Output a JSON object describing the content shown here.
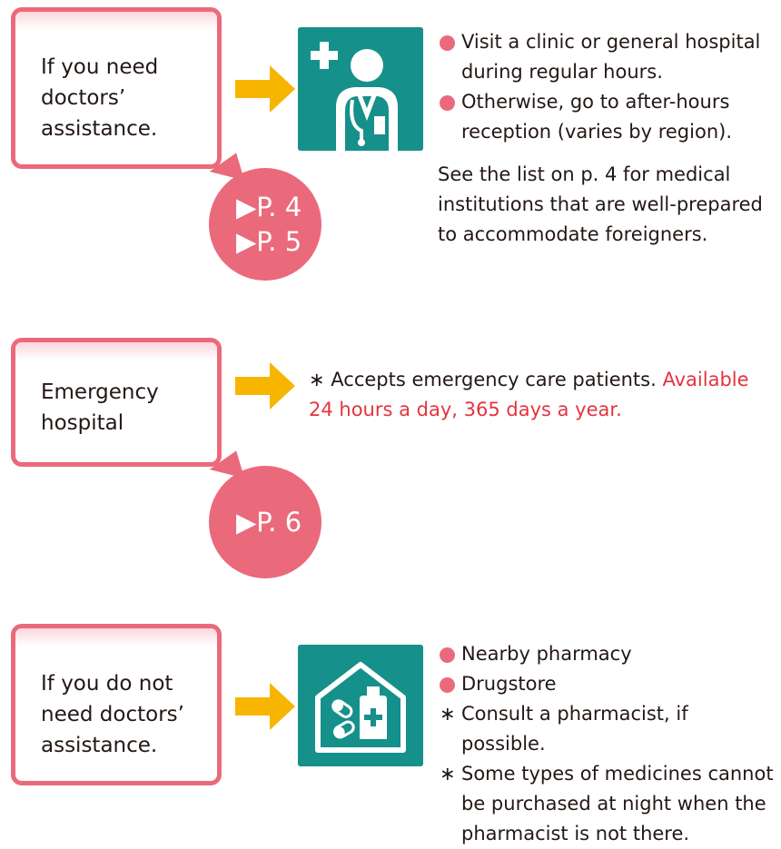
{
  "colors": {
    "pink": "#ea6a7c",
    "arrow": "#f7b500",
    "teal": "#16908a",
    "red_text": "#e5333f"
  },
  "sections": [
    {
      "card_text": "If you need\ndoctors’\nassistance.",
      "pages": [
        "▶P. 4",
        "▶P. 5"
      ],
      "icon": "doctor-icon",
      "bullets": [
        "Visit a clinic or general hospital during regular hours.",
        "Otherwise, go to after-hours reception (varies by region)."
      ],
      "note": "See the list on p. 4 for medical institutions that are well-prepared to accommodate foreigners."
    },
    {
      "card_text": "Emergency\nhospital",
      "pages": [
        "▶P. 6"
      ],
      "star": "∗",
      "note_black": "Accepts emergency care patients. ",
      "note_red": "Available 24 hours a day, 365 days a year."
    },
    {
      "card_text": "If you do not\nneed doctors’\nassistance.",
      "icon": "pharmacy-icon",
      "bullets": [
        "Nearby pharmacy",
        "Drugstore"
      ],
      "star_notes": [
        "Consult a pharmacist, if possible.",
        "Some types of medicines cannot be purchased at night when the pharmacist is not there."
      ]
    }
  ]
}
